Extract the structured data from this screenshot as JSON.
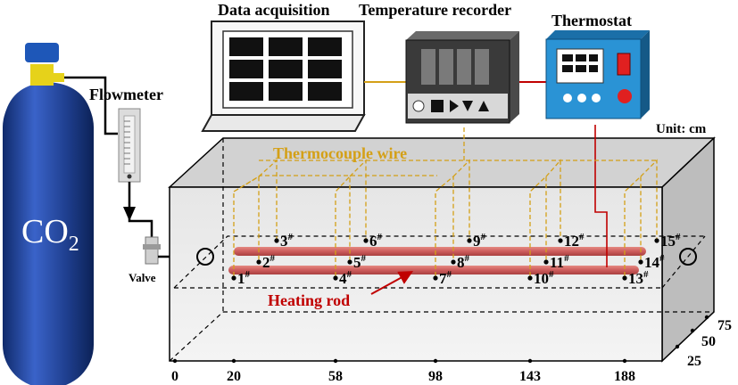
{
  "labels": {
    "data_acquisition": "Data acquisition",
    "temperature_recorder": "Temperature recorder",
    "thermostat": "Thermostat",
    "flowmeter": "Flowmeter",
    "co2": "CO",
    "co2_sub": "2",
    "valve": "Valve",
    "thermocouple_wire": "Thermocouple wire",
    "heating_rod": "Heating rod",
    "unit": "Unit: cm"
  },
  "thermocouples": [
    {
      "n": "1",
      "sup": "#"
    },
    {
      "n": "2",
      "sup": "#"
    },
    {
      "n": "3",
      "sup": "#"
    },
    {
      "n": "4",
      "sup": "#"
    },
    {
      "n": "5",
      "sup": "#"
    },
    {
      "n": "6",
      "sup": "#"
    },
    {
      "n": "7",
      "sup": "#"
    },
    {
      "n": "8",
      "sup": "#"
    },
    {
      "n": "9",
      "sup": "#"
    },
    {
      "n": "10",
      "sup": "#"
    },
    {
      "n": "11",
      "sup": "#"
    },
    {
      "n": "12",
      "sup": "#"
    },
    {
      "n": "13",
      "sup": "#"
    },
    {
      "n": "14",
      "sup": "#"
    },
    {
      "n": "15",
      "sup": "#"
    }
  ],
  "x_ticks": [
    "0",
    "20",
    "58",
    "98",
    "143",
    "188"
  ],
  "depth_ticks": [
    "25",
    "50",
    "75"
  ],
  "colors": {
    "cylinder": "#1f3f8f",
    "valve_top": "#e6d21a",
    "monitor": "#2b2b2b",
    "thermostat": "#2a93d5",
    "heating_rod": "#cd5c5c",
    "thermocouple_wire": "#d4a017",
    "heating_label": "#c00000"
  }
}
